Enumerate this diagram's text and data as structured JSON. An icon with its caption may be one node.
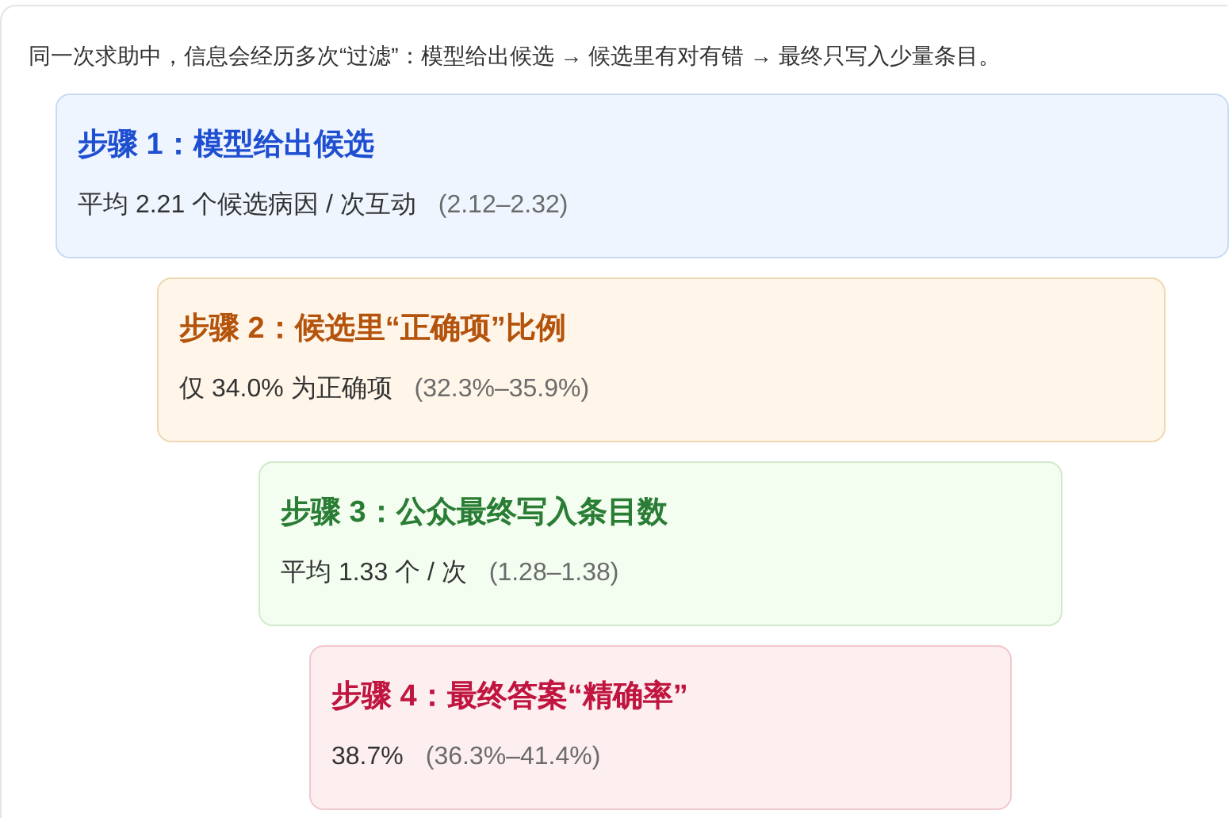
{
  "diagram": {
    "nodes": [
      {
        "text": [
          "步骤 1：模型给出候选",
          "平均 2.21 个候选病因 / 次互动",
          "(2.12–2.32)"
        ]
      },
      {
        "text": [
          "步骤 2：候选里“正确项”比例",
          "仅 34.0% 为正确项",
          "(32.3%–35.9%)"
        ]
      },
      {
        "text": [
          "步骤 3：公众最终写入条目数",
          "平均 1.33 个 / 次",
          "(1.28–1.38)"
        ]
      },
      {
        "text": [
          "步骤 4：最终答案“精确率”",
          "38.7%",
          "(36.3%–41.4%)"
        ]
      }
    ],
    "labels": [
      "同一次求助中，信息会经历多次“过滤”：模型给出候选 → 候选里有对有错 → 最终只写入少量条目。"
    ]
  }
}
